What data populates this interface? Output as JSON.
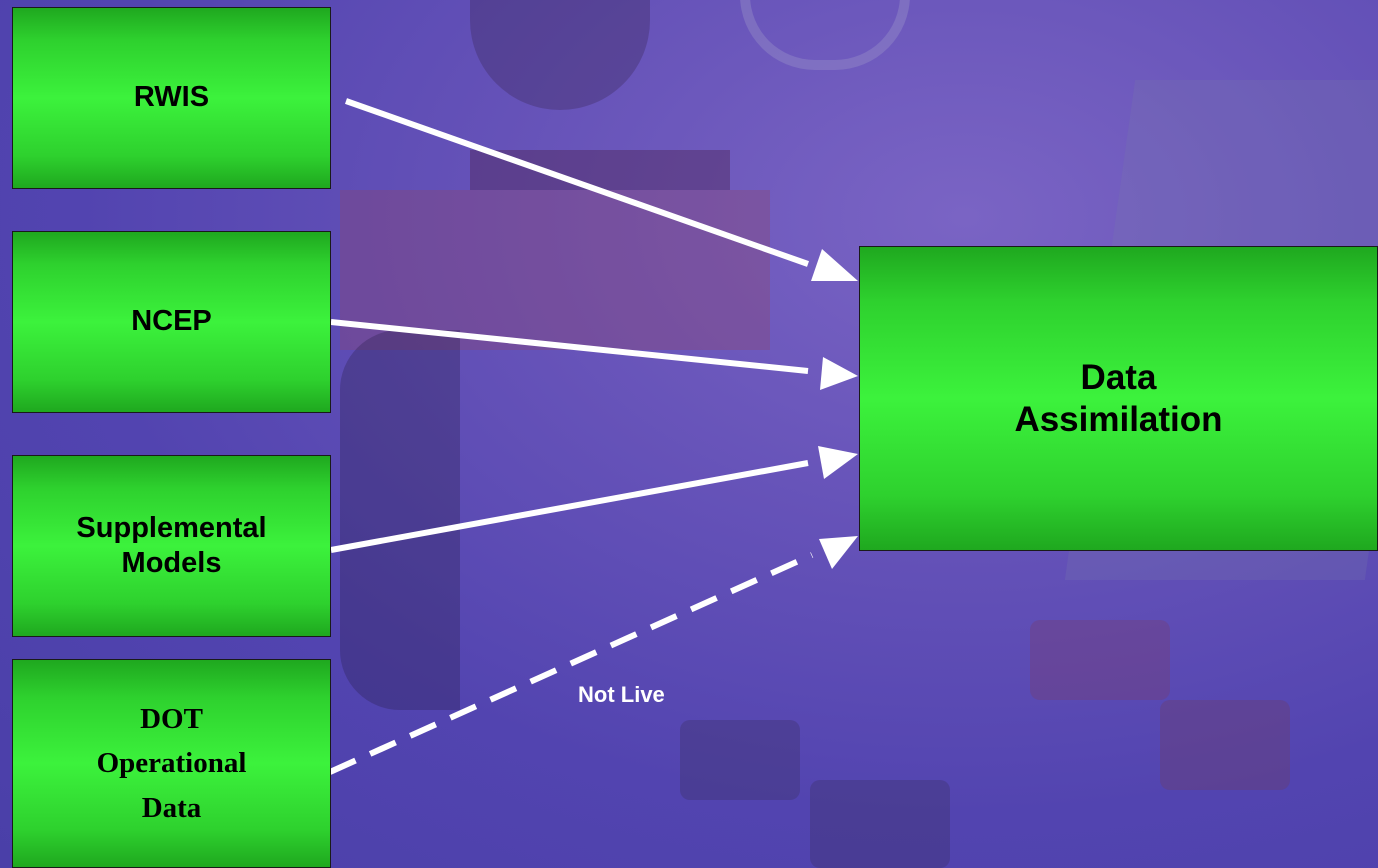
{
  "nodes": {
    "rwis": {
      "label": "RWIS"
    },
    "ncep": {
      "label": "NCEP"
    },
    "supplemental": {
      "label": "Supplemental\nModels"
    },
    "dot": {
      "label": "DOT\nOperational\nData"
    },
    "assimilation": {
      "label": "Data\nAssimilation"
    }
  },
  "edges": [
    {
      "from": "RWIS",
      "to": "Data Assimilation",
      "style": "solid"
    },
    {
      "from": "NCEP",
      "to": "Data Assimilation",
      "style": "solid"
    },
    {
      "from": "Supplemental Models",
      "to": "Data Assimilation",
      "style": "solid"
    },
    {
      "from": "DOT Operational Data",
      "to": "Data Assimilation",
      "style": "dashed",
      "label": "Not Live"
    }
  ],
  "edge_labels": {
    "not_live": "Not Live"
  },
  "colors": {
    "box_green": "#3cf23c",
    "arrow": "#ffffff",
    "background": "#5a48b4"
  }
}
